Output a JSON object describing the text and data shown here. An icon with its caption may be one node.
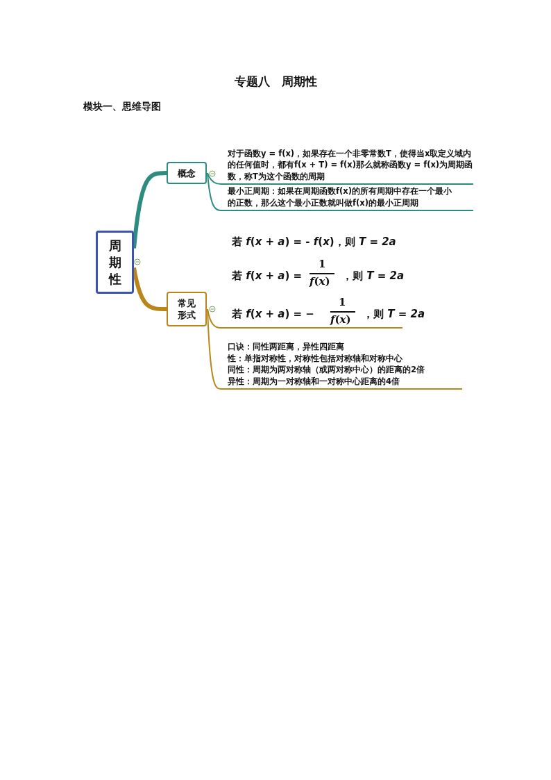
{
  "diagram": {
    "title": "专题八　周期性",
    "nodes": [
      {
        "text": [
          "周期性"
        ]
      },
      {
        "text": [
          "概念"
        ]
      },
      {
        "text": [
          "常见形式"
        ]
      },
      {
        "text": [
          "对于函数y = f(x)，如果存在一个非零常数T，使得当x取定义域内的任何值时，都有f(x + T) = f(x)那么就称函数y = f(x)为周期函数，称T为这个函数的周期"
        ]
      },
      {
        "text": [
          "最小正周期：如果在周期函数f(x)的所有周期中存在一个最小的正数，那么这个最小正数就叫做f(x)的最小正周期"
        ]
      },
      {
        "text": [
          "若 *f*(*x* + *a*) = - *f*(*x*)，则 *T* = *2a*",
          "若 *f*(*x* + *a*) =",
          "1",
          "*f*(*x*)",
          "，则 *T* = *2a*",
          "若 *f*(*x* + *a*) = −",
          "1",
          "*f*(*x*)",
          "，则 *T* = *2a*"
        ]
      },
      {
        "text": [
          "口诀：同性两距离，异性四距离",
          "性：单指对称性，对称性包括对称轴和对称中心",
          "同性：周期为两对称轴（或两对称中心）的距离的2倍",
          "异性：周期为一对称轴和一对称中心距离的4倍"
        ]
      }
    ],
    "edges": [
      {
        "from": 0,
        "to": 1,
        "arrow": "none",
        "style": "thick",
        "color": "#2e8b7f"
      },
      {
        "from": 0,
        "to": 2,
        "arrow": "none",
        "style": "thick",
        "color": "#b8861b"
      },
      {
        "from": 1,
        "to": 3,
        "arrow": "none",
        "color": "#2e8b7f"
      },
      {
        "from": 1,
        "to": 4,
        "arrow": "none",
        "color": "#2e8b7f"
      },
      {
        "from": 2,
        "to": 5,
        "arrow": "none",
        "color": "#b8861b"
      },
      {
        "from": 2,
        "to": 6,
        "arrow": "none",
        "color": "#b8861b"
      }
    ],
    "labels": [
      "模块一、思维导图"
    ]
  }
}
